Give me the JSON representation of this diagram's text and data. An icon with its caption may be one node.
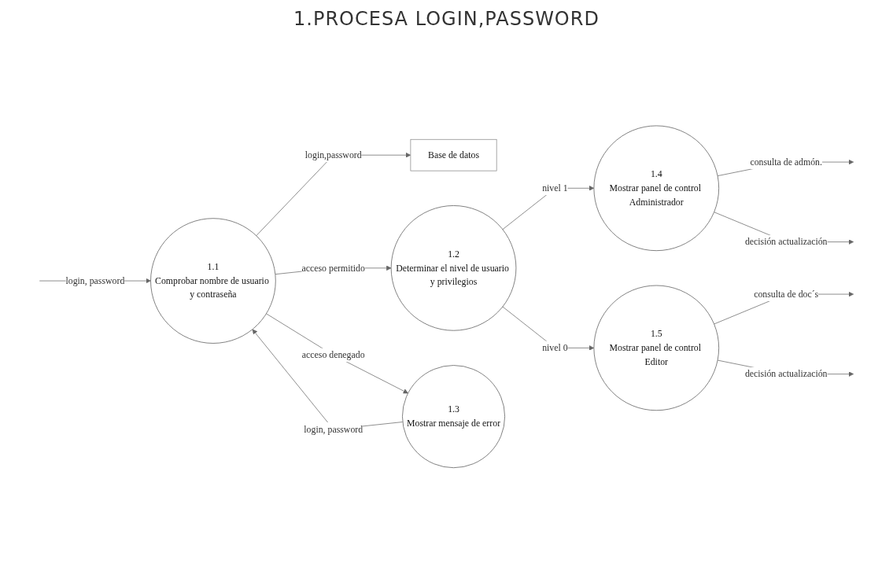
{
  "diagram": {
    "title": "1.PROCESA LOGIN,PASSWORD",
    "nodes": [
      {
        "text": [
          "1.1",
          "Comprobar nombre de usuario y contraseña"
        ]
      },
      {
        "text": [
          "Base de datos"
        ]
      },
      {
        "text": [
          "1.2",
          "Determinar el nivel de usuario y privilegios"
        ]
      },
      {
        "text": [
          "1.3",
          "Mostrar mensaje de error"
        ]
      },
      {
        "text": [
          "1.4",
          "Mostrar panel de control Administrador"
        ]
      },
      {
        "text": [
          "1.5",
          "Mostrar panel de control Editor"
        ]
      }
    ],
    "edges": [
      {
        "from": null,
        "to": 0,
        "arrow": "to",
        "label": "login, password"
      },
      {
        "from": 0,
        "to": 1,
        "arrow": "to",
        "label": "login,password"
      },
      {
        "from": 0,
        "to": 2,
        "arrow": "to",
        "label": "acceso permitido"
      },
      {
        "from": 0,
        "to": 3,
        "arrow": "to",
        "label": "acceso denegado"
      },
      {
        "from": 3,
        "to": 0,
        "arrow": "to",
        "label": "login, password"
      },
      {
        "from": 2,
        "to": 4,
        "arrow": "to",
        "label": "nivel 1"
      },
      {
        "from": 2,
        "to": 5,
        "arrow": "to",
        "label": "nivel 0"
      },
      {
        "from": 4,
        "to": null,
        "arrow": "to",
        "label": "consulta de admón."
      },
      {
        "from": 4,
        "to": null,
        "arrow": "to",
        "label": "decisión actualización"
      },
      {
        "from": 5,
        "to": null,
        "arrow": "to",
        "label": "consulta de doc´s"
      },
      {
        "from": 5,
        "to": null,
        "arrow": "to",
        "label": "decisión actualización"
      }
    ]
  }
}
